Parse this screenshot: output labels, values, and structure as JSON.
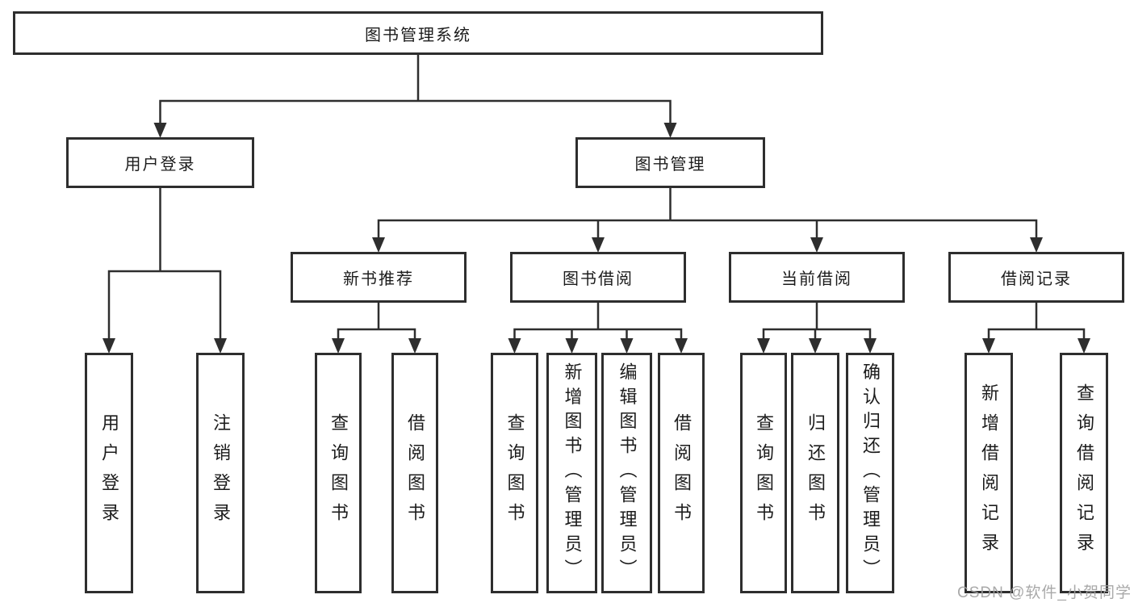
{
  "diagram": {
    "type": "tree",
    "title": "图书管理系统",
    "nodes": {
      "root": {
        "label": "图书管理系统"
      },
      "user_login": {
        "label": "用户登录"
      },
      "book_mgmt": {
        "label": "图书管理"
      },
      "new_book_rec": {
        "label": "新书推荐"
      },
      "book_borrow": {
        "label": "图书借阅"
      },
      "current_borrow": {
        "label": "当前借阅"
      },
      "borrow_records": {
        "label": "借阅记录"
      },
      "leaf_user_login": {
        "label": "用户登录"
      },
      "leaf_logout": {
        "label": "注销登录"
      },
      "nbr_query": {
        "label": "查询图书"
      },
      "nbr_borrow": {
        "label": "借阅图书"
      },
      "bb_query": {
        "label": "查询图书"
      },
      "bb_add": {
        "label": "新增图书（管理员）"
      },
      "bb_edit": {
        "label": "编辑图书（管理员）"
      },
      "bb_borrow": {
        "label": "借阅图书"
      },
      "cb_query": {
        "label": "查询图书"
      },
      "cb_return": {
        "label": "归还图书"
      },
      "cb_confirm": {
        "label": "确认归还（管理员）"
      },
      "br_add": {
        "label": "新增借阅记录"
      },
      "br_query": {
        "label": "查询借阅记录"
      }
    },
    "edges": [
      {
        "from": "root",
        "to": "user_login"
      },
      {
        "from": "root",
        "to": "book_mgmt"
      },
      {
        "from": "user_login",
        "to": "leaf_user_login"
      },
      {
        "from": "user_login",
        "to": "leaf_logout"
      },
      {
        "from": "book_mgmt",
        "to": "new_book_rec"
      },
      {
        "from": "book_mgmt",
        "to": "book_borrow"
      },
      {
        "from": "book_mgmt",
        "to": "current_borrow"
      },
      {
        "from": "book_mgmt",
        "to": "borrow_records"
      },
      {
        "from": "new_book_rec",
        "to": "nbr_query"
      },
      {
        "from": "new_book_rec",
        "to": "nbr_borrow"
      },
      {
        "from": "book_borrow",
        "to": "bb_query"
      },
      {
        "from": "book_borrow",
        "to": "bb_add"
      },
      {
        "from": "book_borrow",
        "to": "bb_edit"
      },
      {
        "from": "book_borrow",
        "to": "bb_borrow"
      },
      {
        "from": "current_borrow",
        "to": "cb_query"
      },
      {
        "from": "current_borrow",
        "to": "cb_return"
      },
      {
        "from": "current_borrow",
        "to": "cb_confirm"
      },
      {
        "from": "borrow_records",
        "to": "br_add"
      },
      {
        "from": "borrow_records",
        "to": "br_query"
      }
    ],
    "watermark": {
      "text": "CSDN @软件_小贺同学",
      "color": "#a0a0a0"
    },
    "colors": {
      "line": "#2e2e2e",
      "border": "#2e2e2e",
      "text": "#1c1c1c",
      "background": "#ffffff"
    }
  }
}
